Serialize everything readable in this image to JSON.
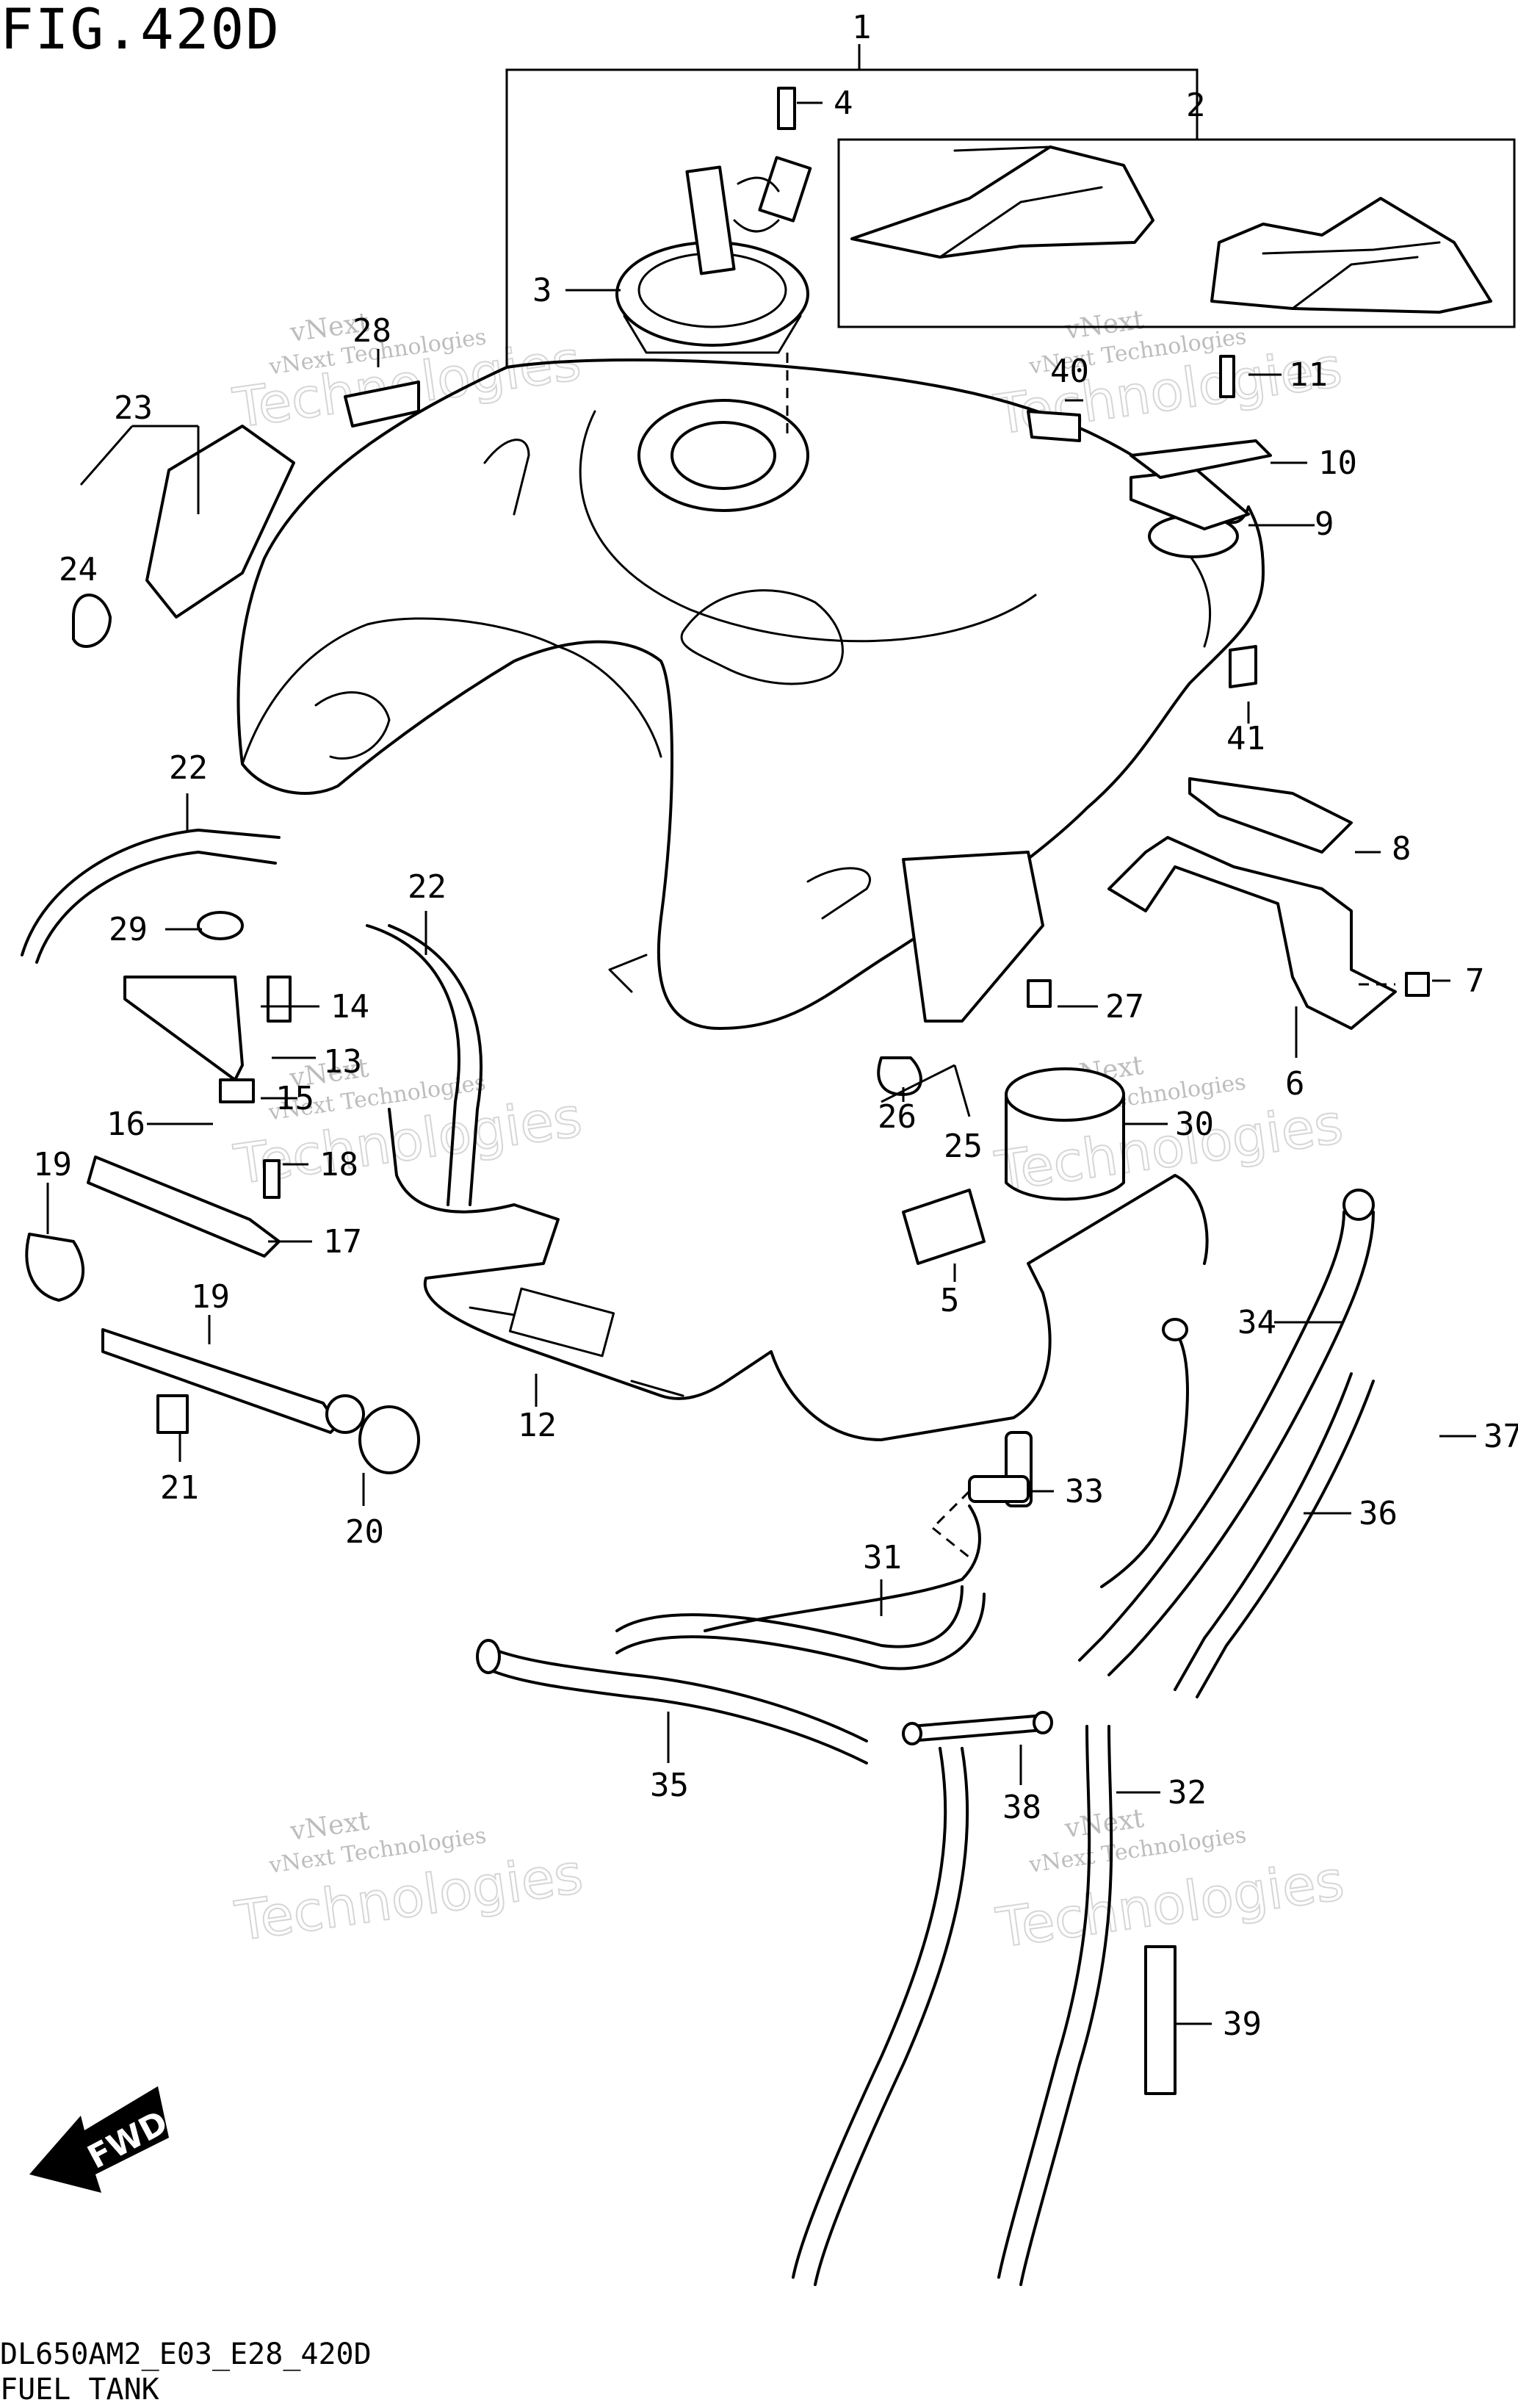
{
  "figure": {
    "title": "FIG.420D",
    "model_code": "DL650AM2_E03_E28_420D",
    "section_name": "FUEL TANK"
  },
  "watermark": {
    "line1": "vNext",
    "line2": "vNext Technologies",
    "big": "Technologies"
  },
  "fwd_label": "FWD",
  "callouts": {
    "c1": "1",
    "c2": "2",
    "c3": "3",
    "c4": "4",
    "c5": "5",
    "c6": "6",
    "c7": "7",
    "c8": "8",
    "c9": "9",
    "c10": "10",
    "c11": "11",
    "c12": "12",
    "c13": "13",
    "c14": "14",
    "c15": "15",
    "c16": "16",
    "c17": "17",
    "c18": "18",
    "c19a": "19",
    "c19b": "19",
    "c20": "20",
    "c21": "21",
    "c22a": "22",
    "c22b": "22",
    "c23": "23",
    "c24": "24",
    "c25": "25",
    "c26": "26",
    "c27": "27",
    "c28": "28",
    "c29": "29",
    "c30": "30",
    "c31": "31",
    "c32": "32",
    "c33": "33",
    "c34": "34",
    "c35": "35",
    "c36": "36",
    "c37": "37",
    "c38": "38",
    "c39": "39",
    "c40": "40",
    "c41": "41"
  }
}
